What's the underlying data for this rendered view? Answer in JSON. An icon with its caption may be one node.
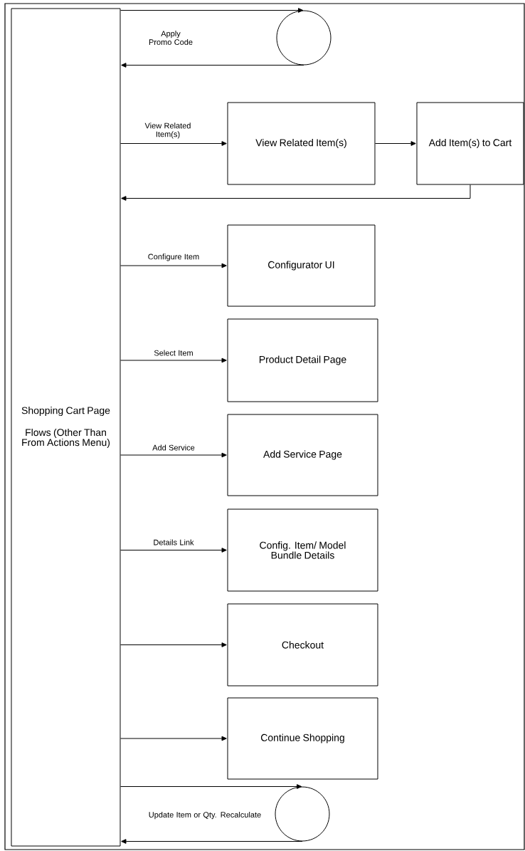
{
  "diagram": {
    "nodes": [
      {
        "text": [
          "Shopping Cart Page",
          "Flows (Other Than From Actions Menu)"
        ]
      },
      {
        "text": [],
        "shape": "circle"
      },
      {
        "text": [
          "View Related Item(s)"
        ]
      },
      {
        "text": [
          "Add Item(s) to Cart"
        ]
      },
      {
        "text": [
          "Configurator UI"
        ]
      },
      {
        "text": [
          "Product Detail Page"
        ]
      },
      {
        "text": [
          "Add Service Page"
        ]
      },
      {
        "text": [
          "Config. Item/ Model Bundle Details"
        ]
      },
      {
        "text": [
          "Checkout"
        ]
      },
      {
        "text": [
          "Continue Shopping"
        ]
      },
      {
        "text": [],
        "shape": "circle"
      }
    ],
    "edges": [
      {
        "from": 0,
        "to": 1,
        "arrow": "to",
        "label": "Apply Promo Code"
      },
      {
        "from": 1,
        "to": 0,
        "arrow": "to"
      },
      {
        "from": 0,
        "to": 2,
        "arrow": "to",
        "label": "View Related Item(s)"
      },
      {
        "from": 2,
        "to": 3,
        "arrow": "to"
      },
      {
        "from": 3,
        "to": 0,
        "arrow": "to"
      },
      {
        "from": 0,
        "to": 4,
        "arrow": "to",
        "label": "Configure Item"
      },
      {
        "from": 0,
        "to": 5,
        "arrow": "to",
        "label": "Select Item"
      },
      {
        "from": 0,
        "to": 6,
        "arrow": "to",
        "label": "Add Service"
      },
      {
        "from": 0,
        "to": 7,
        "arrow": "to",
        "label": "Details Link"
      },
      {
        "from": 0,
        "to": 8,
        "arrow": "to"
      },
      {
        "from": 0,
        "to": 9,
        "arrow": "to"
      },
      {
        "from": 0,
        "to": 10,
        "arrow": "to",
        "label": "Update Item or Qty. Recalculate"
      },
      {
        "from": 10,
        "to": 0,
        "arrow": "to"
      }
    ]
  }
}
